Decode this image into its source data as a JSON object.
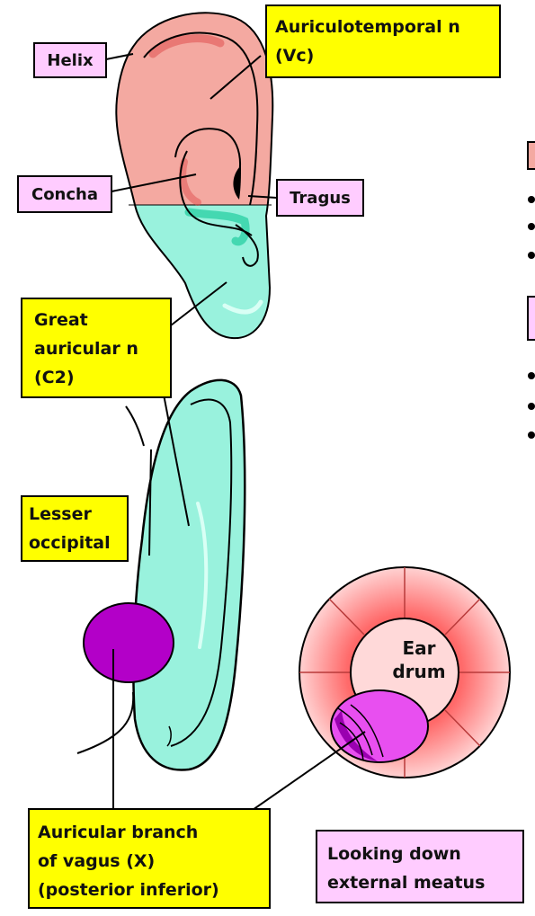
{
  "labels": {
    "helix": "Helix",
    "auriculotemporal": [
      "Auriculotemporal n",
      "(Vc)"
    ],
    "concha": "Concha",
    "tragus": "Tragus",
    "great_auricular": [
      "Great",
      "auricular n",
      "(C2)"
    ],
    "lesser_occipital": [
      "Lesser",
      "occipital"
    ],
    "vagus": [
      "Auricular branch",
      "of vagus (X)",
      "(posterior inferior)"
    ],
    "ear_drum": [
      "Ear",
      "drum"
    ],
    "looking_down": [
      "Looking down",
      "external meatus"
    ]
  },
  "colors": {
    "pink_region": "#f4a9a1",
    "pink_dark": "#e05050",
    "cyan_region": "#99f2dd",
    "cyan_dark": "#2ed1a6",
    "purple_region": "#b300c8",
    "magenta_region": "#e84ff0",
    "label_yellow": "#ffff00",
    "label_pink": "#ffccff"
  }
}
